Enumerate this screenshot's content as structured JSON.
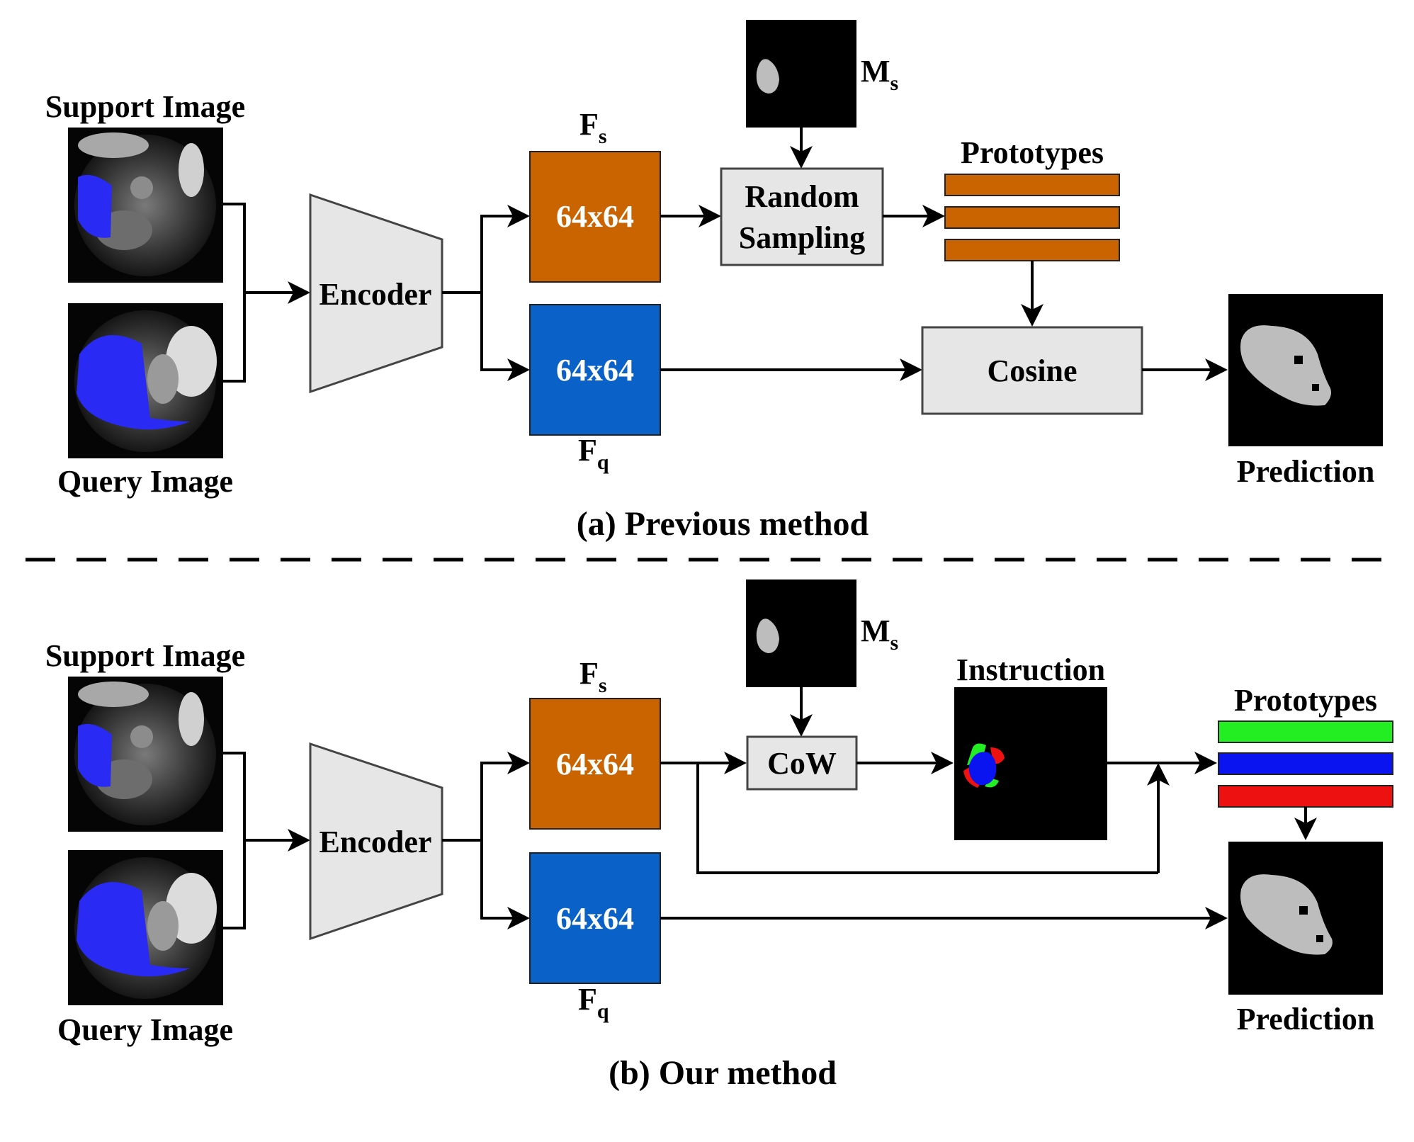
{
  "labels": {
    "support_image": "Support Image",
    "query_image": "Query Image",
    "encoder": "Encoder",
    "feature_size": "64x64",
    "fs_main": "F",
    "fs_sub": "s",
    "fq_main": "F",
    "fq_sub": "q",
    "ms_main": "M",
    "ms_sub": "s",
    "random_sampling_1": "Random",
    "random_sampling_2": "Sampling",
    "prototypes": "Prototypes",
    "cosine": "Cosine",
    "prediction": "Prediction",
    "cow": "CoW",
    "instruction": "Instruction"
  },
  "captions": {
    "a": "(a) Previous method",
    "b": "(b) Our method"
  },
  "colors": {
    "support_feature": "#c96400",
    "query_feature": "#0a62c8",
    "grey_block": "#e6e6e6",
    "proto_green": "#22ee22",
    "proto_blue": "#0a14f0",
    "proto_red": "#ee1111",
    "mask_fill": "#bdbdbd",
    "overlay_blue": "#2a2af5"
  }
}
